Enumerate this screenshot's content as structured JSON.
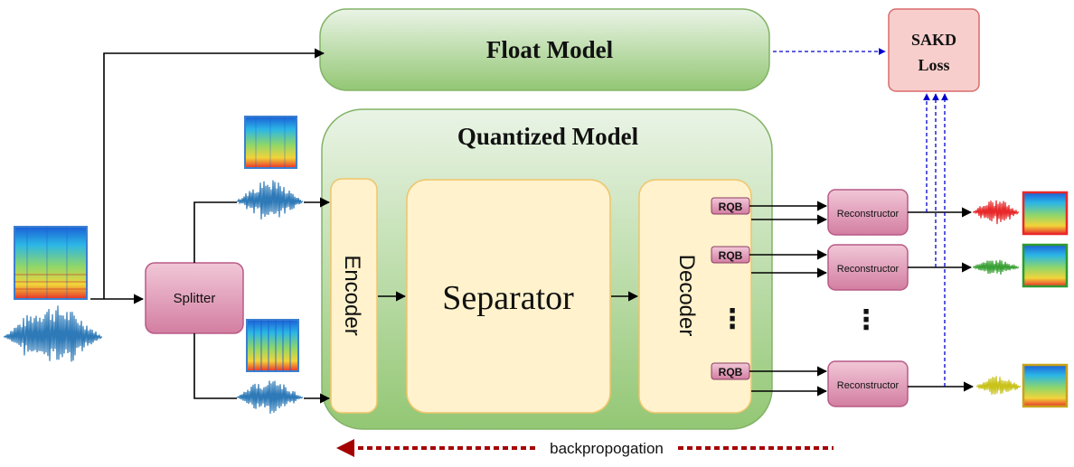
{
  "labels": {
    "float_model": "Float Model",
    "sakd_line1": "SAKD",
    "sakd_line2": "Loss",
    "quantized_model": "Quantized Model",
    "encoder": "Encoder",
    "separator": "Separator",
    "decoder": "Decoder",
    "splitter": "Splitter",
    "rqb": "RQB",
    "reconstructor": "Reconstructor",
    "ellipsis": "⋮",
    "backprop": "backpropogation"
  },
  "colors": {
    "green_box": "#d5e8d4",
    "green_grad_top": "#e7f2e3",
    "green_grad_bottom": "#8cc46c",
    "green_border": "#82b366",
    "yellow_fill": "#fff2cc",
    "yellow_border": "#f0c46a",
    "pink_fill": "#e6a3be",
    "pink_border": "#b85a86",
    "sakd_fill": "#f8cecc",
    "sakd_border": "#d86c6c",
    "arrow_black": "#000000",
    "arrow_blue": "#0000cc",
    "backprop_red": "#a50000",
    "wave_blue": "#2e7ab8",
    "wave_red": "#e8282a",
    "wave_green": "#3aa035",
    "wave_yellow": "#c8c21a"
  },
  "waveforms": [
    {
      "name": "input-waveform",
      "color": "wave_blue"
    },
    {
      "name": "upper-band-waveform",
      "color": "wave_blue"
    },
    {
      "name": "lower-band-waveform",
      "color": "wave_blue"
    },
    {
      "name": "output-waveform-red",
      "color": "wave_red"
    },
    {
      "name": "output-waveform-green",
      "color": "wave_green"
    },
    {
      "name": "output-waveform-yellow",
      "color": "wave_yellow"
    }
  ],
  "spectrograms": [
    {
      "name": "input-spectrogram",
      "border": "#3b7fd0"
    },
    {
      "name": "upper-band-spectrogram",
      "border": "#3b7fd0"
    },
    {
      "name": "lower-band-spectrogram",
      "border": "#3b7fd0"
    },
    {
      "name": "output-spectrogram-red",
      "border": "#e8282a"
    },
    {
      "name": "output-spectrogram-green",
      "border": "#2f9a2f"
    },
    {
      "name": "output-spectrogram-yellow",
      "border": "#c8a21a"
    }
  ]
}
